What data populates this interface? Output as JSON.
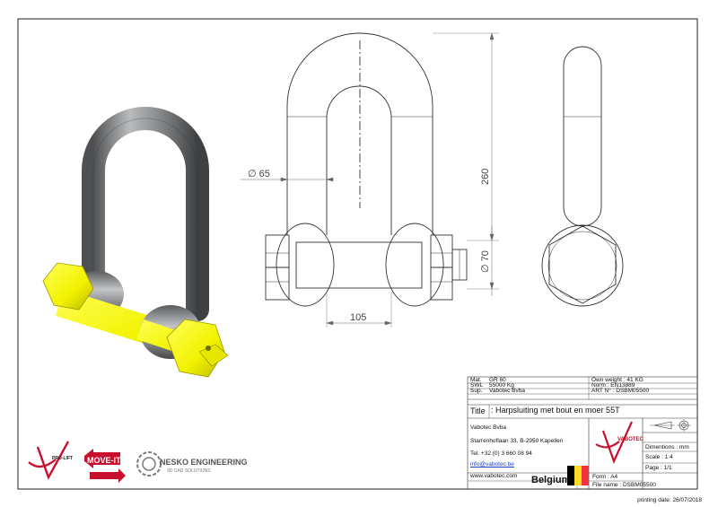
{
  "drawing": {
    "dim_diameter": "∅ 65",
    "dim_height": "260",
    "dim_pin": "∅ 70",
    "dim_width": "105"
  },
  "titleblock": {
    "mat_label": "Mat.",
    "mat_value": "GR 60",
    "swl_label": "SWL",
    "swl_value": "55000 Kg",
    "sup_label": "Sup.",
    "sup_value": "Vabotec Bvba",
    "own_weight": "Own weight : 41 KG",
    "norm": "Norm : EN13889",
    "art": "ART N° : DSBM05500",
    "title_label": "Title",
    "title_value": ": Harpsluiting met bout en moer 55T",
    "company": "Vabotec Bvba",
    "address": "Starrenhoflaan 33, B-2950 Kapellen",
    "tel": "Tel. +32 (0) 3 660 08 94",
    "email": "info@vabotec.be",
    "web": "www.vabotec.com",
    "country": "Belgium",
    "form": "Form : A4",
    "file": "File name : DSBM05500",
    "dimensions": "Dimentions : mm",
    "scale": "Scale : 1:4",
    "page": "Page : 1/1",
    "vabotec_logo_text": "VABOTEC"
  },
  "logos": {
    "proliift": "PRO-LIFT",
    "moveit": "MOVE-IT",
    "nesko_title": "NESKO ENGINEERING",
    "nesko_sub": "3D CAD SOLUTIONS"
  },
  "printing_date": "printing date: 26/07/2018",
  "colors": {
    "yellow": "#f2f200",
    "steel": "#8a8c8e",
    "brand_red": "#c8102e",
    "flag_black": "#000000",
    "flag_yellow": "#fdda24",
    "flag_red": "#ef3340"
  }
}
